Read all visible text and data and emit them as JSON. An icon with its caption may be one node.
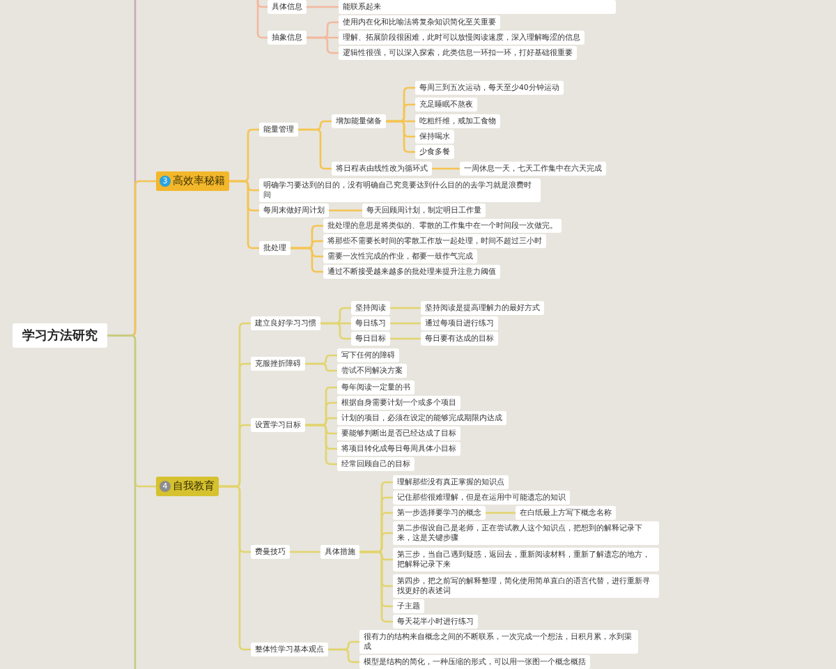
{
  "diagram": {
    "nodes": [
      {
        "text": [
          "学习方法研究"
        ]
      },
      {
        "text": [
          "具体信息"
        ]
      },
      {
        "text": [
          "能联系起来"
        ]
      },
      {
        "text": [
          "抽象信息"
        ]
      },
      {
        "text": [
          "使用内在化和比喻法将复杂知识简化至关重要"
        ]
      },
      {
        "text": [
          "理解、拓展阶段很困难，此时可以放慢阅读速度，深入理解晦涩的信息"
        ]
      },
      {
        "text": [
          "逻辑性很强，可以深入探索，此类信息一环扣一环，打好基础很重要"
        ]
      },
      {
        "text": [
          "3",
          "高效率秘籍"
        ]
      },
      {
        "text": [
          "能量管理"
        ]
      },
      {
        "text": [
          "增加能量储备"
        ]
      },
      {
        "text": [
          "每周三到五次运动，每天至少40分钟运动"
        ]
      },
      {
        "text": [
          "充足睡眠不熬夜"
        ]
      },
      {
        "text": [
          "吃粗纤维，戒加工食物"
        ]
      },
      {
        "text": [
          "保持喝水"
        ]
      },
      {
        "text": [
          "少食多餐"
        ]
      },
      {
        "text": [
          "将日程表由线性改为循环式"
        ]
      },
      {
        "text": [
          "一周休息一天，七天工作集中在六天完成"
        ]
      },
      {
        "text": [
          "明确学习要达到的目的，没有明确自己究竟要达到什么目的的去学习就是浪费时间"
        ]
      },
      {
        "text": [
          "每周末做好周计划"
        ]
      },
      {
        "text": [
          "每天回顾周计划，制定明日工作量"
        ]
      },
      {
        "text": [
          "批处理"
        ]
      },
      {
        "text": [
          "批处理的意思是将类似的、零散的工作集中在一个时间段一次做完。"
        ]
      },
      {
        "text": [
          "将那些不需要长时间的零散工作放一起处理，时间不超过三小时"
        ]
      },
      {
        "text": [
          "需要一次性完成的作业，都要一鼓作气完成"
        ]
      },
      {
        "text": [
          "通过不断接受越来越多的批处理来提升注意力阈值"
        ]
      },
      {
        "text": [
          "4",
          "自我教育"
        ]
      },
      {
        "text": [
          "建立良好学习习惯"
        ]
      },
      {
        "text": [
          "坚持阅读"
        ]
      },
      {
        "text": [
          "坚持阅读是提高理解力的最好方式"
        ]
      },
      {
        "text": [
          "每日练习"
        ]
      },
      {
        "text": [
          "通过每项目进行练习"
        ]
      },
      {
        "text": [
          "每日目标"
        ]
      },
      {
        "text": [
          "每日要有达成的目标"
        ]
      },
      {
        "text": [
          "克服挫折障碍"
        ]
      },
      {
        "text": [
          "写下任何的障碍"
        ]
      },
      {
        "text": [
          "尝试不同解决方案"
        ]
      },
      {
        "text": [
          "设置学习目标"
        ]
      },
      {
        "text": [
          "每年阅读一定量的书"
        ]
      },
      {
        "text": [
          "根据自身需要计划一个或多个项目"
        ]
      },
      {
        "text": [
          "计划的项目，必须在设定的能够完成期限内达成"
        ]
      },
      {
        "text": [
          "要能够判断出是否已经达成了目标"
        ]
      },
      {
        "text": [
          "将项目转化成每日每周具体小目标"
        ]
      },
      {
        "text": [
          "经常回顾自己的目标"
        ]
      },
      {
        "text": [
          "费曼技巧"
        ]
      },
      {
        "text": [
          "具体措施"
        ]
      },
      {
        "text": [
          "理解那些没有真正掌握的知识点"
        ]
      },
      {
        "text": [
          "记住那些很难理解，但是在运用中可能遗忘的知识"
        ]
      },
      {
        "text": [
          "第一步选择要学习的概念"
        ]
      },
      {
        "text": [
          "在白纸最上方写下概念名称"
        ]
      },
      {
        "text": [
          "第二步假设自己是老师，正在尝试教人这个知识点，把想到的解释记录下来，这是关键步骤"
        ]
      },
      {
        "text": [
          "第三步，当自己遇到疑惑，返回去，重新阅读材料，重新了解遗忘的地方，把解释记录下来"
        ]
      },
      {
        "text": [
          "第四步，把之前写的解释整理，简化使用简单直白的语言代替，进行重新寻找更好的表述词"
        ]
      },
      {
        "text": [
          "子主题"
        ]
      },
      {
        "text": [
          "每天花半小时进行练习"
        ]
      },
      {
        "text": [
          "整体性学习基本观点"
        ]
      },
      {
        "text": [
          "很有力的结构来自概念之间的不断联系，一次完成一个想法，日积月累，水到渠成"
        ]
      },
      {
        "text": [
          "模型是结构的简化，一种压缩的形式，可以用一张图一个概念概括"
        ]
      }
    ],
    "edges": [
      {
        "from": 0,
        "to": null,
        "arrow": "none",
        "color": "#c8aaba"
      },
      {
        "from": 0,
        "to": 7,
        "arrow": "none",
        "color": "#f5c451"
      },
      {
        "from": 0,
        "to": 25,
        "arrow": "none"
      },
      {
        "from": 0,
        "to": null,
        "arrow": "none",
        "color": "#c3cc82"
      },
      {
        "from": null,
        "to": 1,
        "arrow": "none",
        "color": "#f3b89f"
      },
      {
        "from": null,
        "to": 3,
        "arrow": "none",
        "color": "#f3b89f"
      },
      {
        "from": 1,
        "to": 2,
        "arrow": "none",
        "color": "#f3b89f"
      },
      {
        "from": 3,
        "to": 4,
        "arrow": "none",
        "color": "#f3b89f"
      },
      {
        "from": 3,
        "to": 5,
        "arrow": "none",
        "color": "#f3b89f"
      },
      {
        "from": 3,
        "to": 6,
        "arrow": "none",
        "color": "#f3b89f"
      },
      {
        "from": 7,
        "to": 8,
        "arrow": "none",
        "color": "#f5c451"
      },
      {
        "from": 7,
        "to": 17,
        "arrow": "none",
        "color": "#f5c451"
      },
      {
        "from": 7,
        "to": 18,
        "arrow": "none",
        "color": "#f5c451"
      },
      {
        "from": 7,
        "to": 20,
        "arrow": "none",
        "color": "#f5c451"
      },
      {
        "from": 8,
        "to": 9,
        "arrow": "none",
        "color": "#f5c451"
      },
      {
        "from": 8,
        "to": 15,
        "arrow": "none",
        "color": "#f5c451"
      },
      {
        "from": 9,
        "to": 10,
        "arrow": "none",
        "color": "#f5c451"
      },
      {
        "from": 9,
        "to": 11,
        "arrow": "none",
        "color": "#f5c451"
      },
      {
        "from": 9,
        "to": 12,
        "arrow": "none",
        "color": "#f5c451"
      },
      {
        "from": 9,
        "to": 13,
        "arrow": "none",
        "color": "#f5c451"
      },
      {
        "from": 9,
        "to": 14,
        "arrow": "none",
        "color": "#f5c451"
      },
      {
        "from": 15,
        "to": 16,
        "arrow": "none",
        "color": "#f5c451"
      },
      {
        "from": 18,
        "to": 19,
        "arrow": "none",
        "color": "#f5c451"
      },
      {
        "from": 20,
        "to": 21,
        "arrow": "none",
        "color": "#f5c451"
      },
      {
        "from": 20,
        "to": 22,
        "arrow": "none",
        "color": "#f5c451"
      },
      {
        "from": 20,
        "to": 23,
        "arrow": "none",
        "color": "#f5c451"
      },
      {
        "from": 20,
        "to": 24,
        "arrow": "none",
        "color": "#f5c451"
      },
      {
        "from": 25,
        "to": 26,
        "arrow": "none"
      },
      {
        "from": 25,
        "to": 33,
        "arrow": "none"
      },
      {
        "from": 25,
        "to": 36,
        "arrow": "none"
      },
      {
        "from": 25,
        "to": 43,
        "arrow": "none"
      },
      {
        "from": 25,
        "to": 54,
        "arrow": "none"
      },
      {
        "from": 26,
        "to": 27,
        "arrow": "none"
      },
      {
        "from": 26,
        "to": 29,
        "arrow": "none"
      },
      {
        "from": 26,
        "to": 31,
        "arrow": "none"
      },
      {
        "from": 27,
        "to": 28,
        "arrow": "none"
      },
      {
        "from": 29,
        "to": 30,
        "arrow": "none"
      },
      {
        "from": 31,
        "to": 32,
        "arrow": "none"
      },
      {
        "from": 33,
        "to": 34,
        "arrow": "none"
      },
      {
        "from": 33,
        "to": 35,
        "arrow": "none"
      },
      {
        "from": 36,
        "to": 37,
        "arrow": "none"
      },
      {
        "from": 36,
        "to": 38,
        "arrow": "none"
      },
      {
        "from": 36,
        "to": 39,
        "arrow": "none"
      },
      {
        "from": 36,
        "to": 40,
        "arrow": "none"
      },
      {
        "from": 36,
        "to": 41,
        "arrow": "none"
      },
      {
        "from": 36,
        "to": 42,
        "arrow": "none"
      },
      {
        "from": 43,
        "to": 44,
        "arrow": "none"
      },
      {
        "from": 44,
        "to": 45,
        "arrow": "none"
      },
      {
        "from": 44,
        "to": 46,
        "arrow": "none"
      },
      {
        "from": 44,
        "to": 47,
        "arrow": "none"
      },
      {
        "from": 44,
        "to": 49,
        "arrow": "none"
      },
      {
        "from": 44,
        "to": 50,
        "arrow": "none"
      },
      {
        "from": 44,
        "to": 51,
        "arrow": "none"
      },
      {
        "from": 44,
        "to": 52,
        "arrow": "none"
      },
      {
        "from": 44,
        "to": 53,
        "arrow": "none"
      },
      {
        "from": 47,
        "to": 48,
        "arrow": "none"
      },
      {
        "from": 54,
        "to": 55,
        "arrow": "none"
      },
      {
        "from": 54,
        "to": 56,
        "arrow": "none"
      }
    ]
  }
}
